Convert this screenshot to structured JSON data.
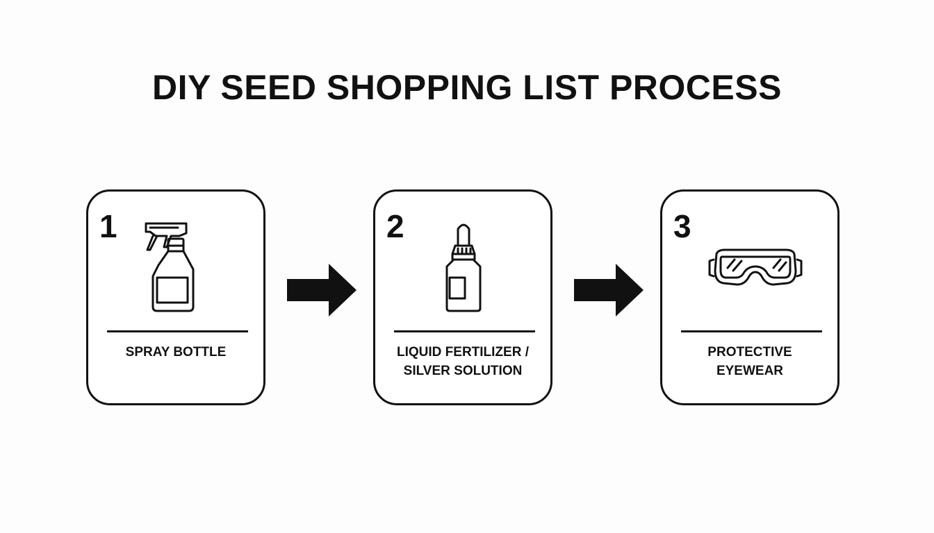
{
  "title": "DIY SEED SHOPPING LIST PROCESS",
  "colors": {
    "ink": "#111111",
    "background": "#fdfdfd",
    "card": "#ffffff"
  },
  "steps": [
    {
      "number": "1",
      "label": "SPRAY BOTTLE",
      "icon": "spray-bottle-icon"
    },
    {
      "number": "2",
      "label": "LIQUID FERTILIZER /\nSILVER SOLUTION",
      "icon": "dropper-bottle-icon"
    },
    {
      "number": "3",
      "label": "PROTECTIVE\nEYEWEAR",
      "icon": "goggles-icon"
    }
  ],
  "connectors": [
    {
      "icon": "arrow-right-icon"
    },
    {
      "icon": "arrow-right-icon"
    }
  ]
}
